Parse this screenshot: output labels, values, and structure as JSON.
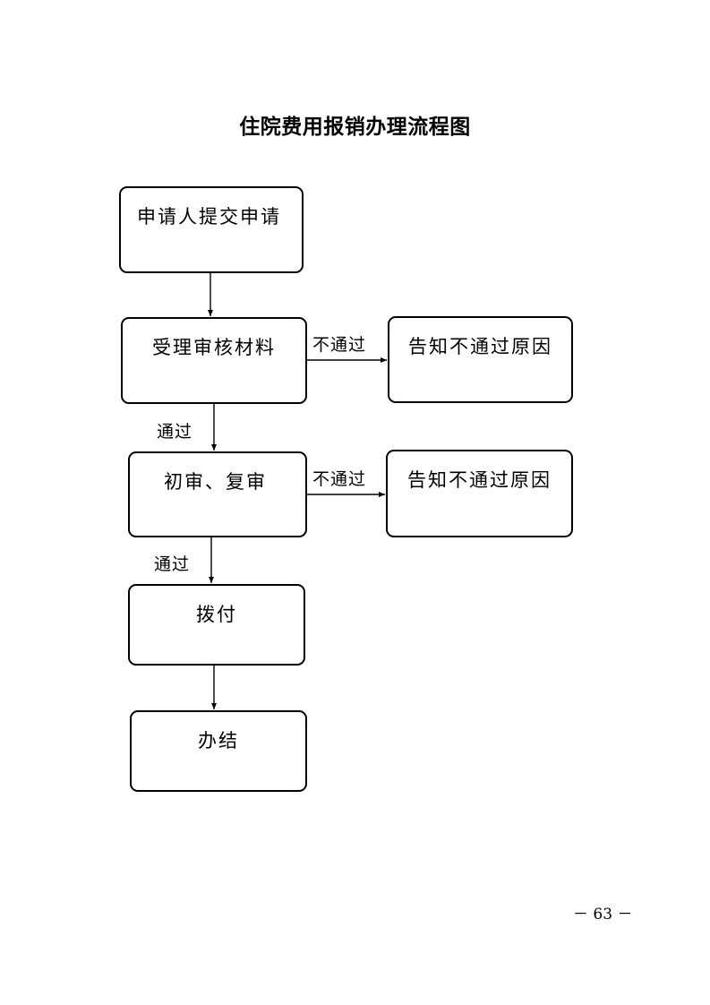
{
  "title": "住院费用报销办理流程图",
  "nodes": {
    "submit": "申请人提交申请",
    "accept": "受理审核材料",
    "review": "初审、复审",
    "pay": "拨付",
    "done": "办结",
    "notify_1": "告知不通过原因",
    "notify_2": "告知不通过原因"
  },
  "edges": {
    "fail_1": "不通过",
    "fail_2": "不通过",
    "pass_1": "通过",
    "pass_2": "通过"
  },
  "page_number": "－ 63 －"
}
